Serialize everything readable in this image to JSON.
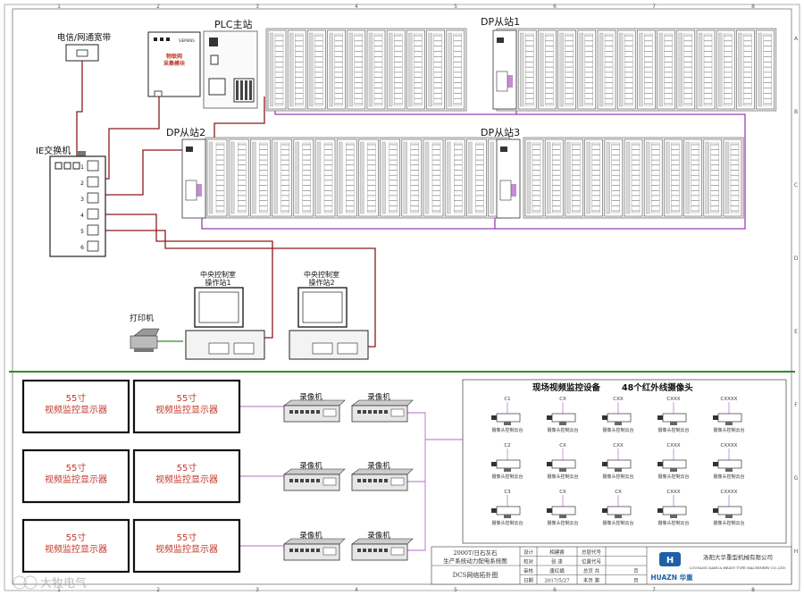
{
  "border": {
    "col_top": [
      "1",
      "2",
      "3",
      "4",
      "5",
      "6",
      "7",
      "8"
    ],
    "col_bottom": [
      "1",
      "2",
      "3",
      "4",
      "5",
      "6",
      "7",
      "8"
    ],
    "row_right": [
      "A",
      "B",
      "C",
      "D",
      "E",
      "F",
      "G",
      "H"
    ]
  },
  "network": {
    "telecom_label": "电信/网通宽带",
    "iot_box_label": "物联网 采集模块",
    "plc_label": "PLC主站",
    "dp1_label": "DP从站1",
    "dp2_label": "DP从站2",
    "dp3_label": "DP从站3",
    "switch_label": "IE交换机",
    "port_numbers": [
      "1",
      "2",
      "3",
      "4",
      "5",
      "6"
    ],
    "printer_label": "打印机",
    "station1_label": "中央控制室 操作站1",
    "station2_label": "中央控制室 操作站2"
  },
  "video": {
    "monitor_labels": [
      "55寸 视频监控显示器",
      "55寸 视频监控显示器",
      "55寸 视频监控显示器",
      "55寸 视频监控显示器",
      "55寸 视频监控显示器",
      "55寸 视频监控显示器"
    ],
    "recorder_labels": [
      "录像机",
      "录像机",
      "录像机",
      "录像机",
      "录像机",
      "录像机"
    ],
    "field_title": "现场视频监控设备",
    "camera_title": "48个红外线摄像头",
    "camera_ids_row1": [
      "C1",
      "CX",
      "CXX",
      "CXXX",
      "CXXXX"
    ],
    "camera_ids_row2": [
      "C2",
      "CX",
      "CXX",
      "CXXX",
      "CXXXX"
    ],
    "camera_ids_row3": [
      "C3",
      "CX",
      "CX",
      "CXXX",
      "CXXXX"
    ],
    "camera_caption": "摄像头控制云台"
  },
  "title_block": {
    "project_line1": "2000T/日石灰石",
    "project_line2": "生产系统动力配电系统图",
    "drawing_name": "DCS网络拓扑图",
    "row_labels": [
      "设计",
      "校对",
      "审核",
      "日期"
    ],
    "row_names": [
      "相建睿",
      "张 逢",
      "唐红娟",
      "2017/5/27"
    ],
    "extra_labels": [
      "总层代号",
      "位置代号",
      "总页 共",
      "本页 第"
    ],
    "extra_units": [
      "页",
      "页"
    ],
    "company_name_cn": "洛阳大华重型机械有限公司",
    "company_name_en": "LUOYANG DAHUA HEAVY TYPE MACHINERY CO.,LTD.",
    "logo_text": "HUAZN 华重"
  },
  "watermark": "大牧电气"
}
